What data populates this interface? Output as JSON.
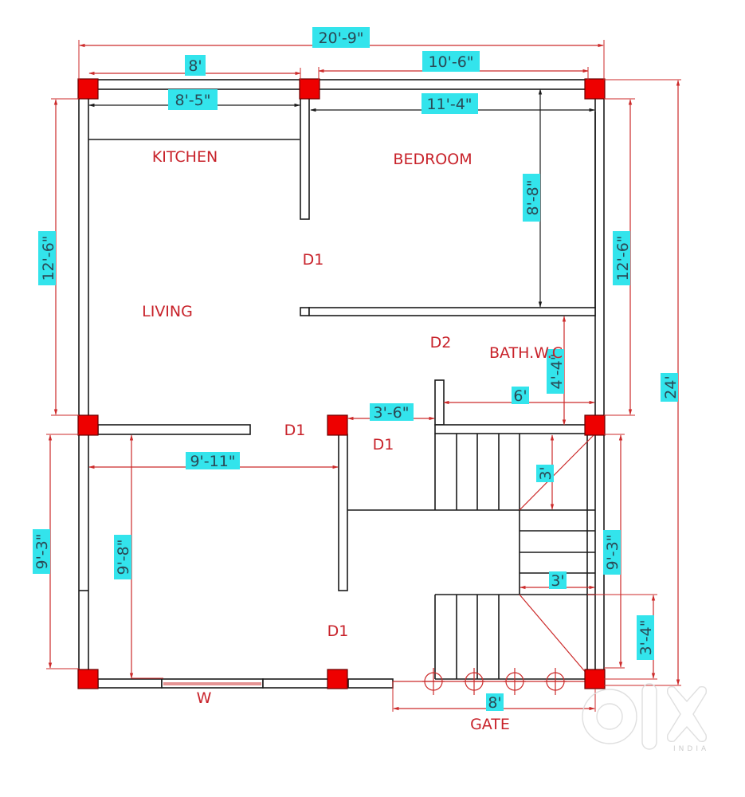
{
  "plan": {
    "rooms": {
      "kitchen": "KITCHEN",
      "bedroom": "BEDROOM",
      "living": "LIVING",
      "bath": "BATH.W.C",
      "gate": "GATE",
      "window": "W"
    },
    "doors": {
      "d1_living_bedroom": "D1",
      "d1_front_left": "D1",
      "d1_stair": "D1",
      "d1_front_room": "D1",
      "d2_bath": "D2"
    },
    "dimensions": {
      "overall_width": "20'-9\"",
      "overall_depth": "24'",
      "top_left_bay": "8'",
      "top_right_bay": "10'-6\"",
      "kitchen_inner_width": "8'-5\"",
      "bedroom_inner_width": "11'-4\"",
      "bedroom_depth": "8'-8\"",
      "left_upper_height": "12'-6\"",
      "right_upper_height": "12'-6\"",
      "bath_depth": "4'-4\"",
      "bath_width": "6'",
      "passage_width": "3'-6\"",
      "front_room_width": "9'-11\"",
      "front_room_depth": "9'-8\"",
      "left_lower_height": "9'-3\"",
      "right_lower_height": "9'-3\"",
      "stair_landing_top": "3'",
      "stair_width": "3'",
      "stair_landing_bottom": "3'-4\"",
      "gate_width": "8'"
    },
    "watermark": {
      "brand": "olx",
      "region": "INDIA"
    }
  }
}
